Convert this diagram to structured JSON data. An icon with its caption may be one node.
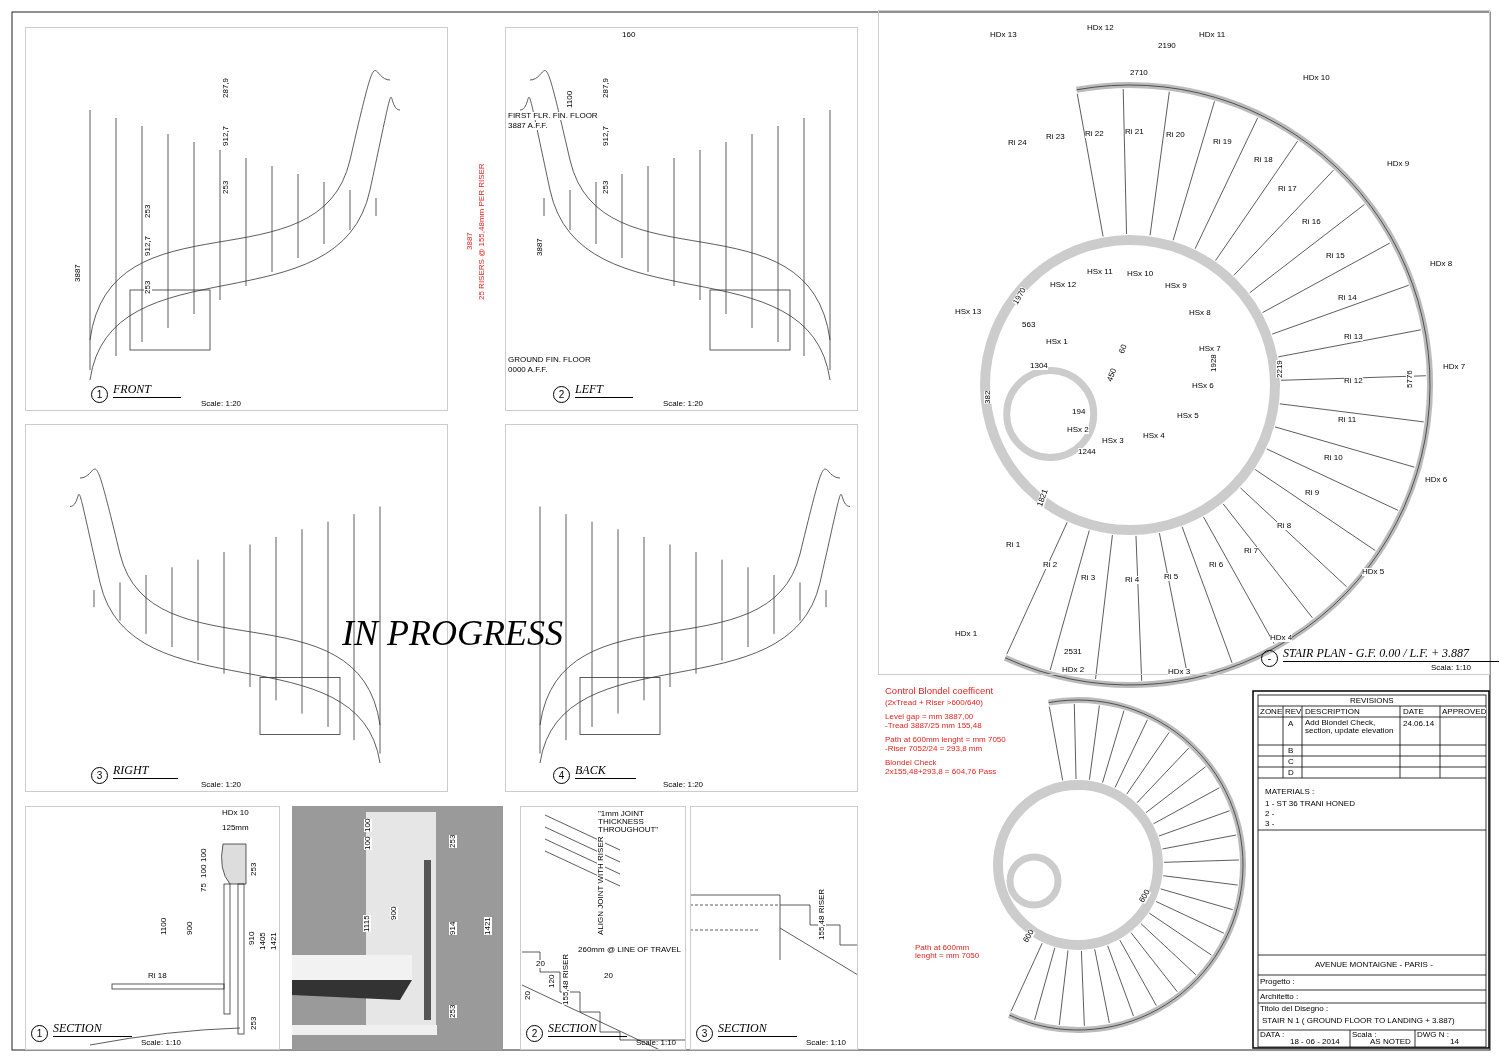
{
  "diagram": {
    "nodes": [
      {
        "text": [
          "1",
          "FRONT",
          "Scale: 1:20"
        ]
      },
      {
        "text": [
          "2",
          "LEFT",
          "Scale: 1:20"
        ]
      },
      {
        "text": [
          "3",
          "RIGHT",
          "Scale: 1:20"
        ]
      },
      {
        "text": [
          "4",
          "BACK",
          "Scale: 1:20"
        ]
      },
      {
        "text": [
          "1",
          "SECTION",
          "Scale: 1:10"
        ]
      },
      {
        "text": [
          "2",
          "SECTION",
          "Scale: 1:10"
        ]
      },
      {
        "text": [
          "3",
          "SECTION",
          "Scale: 1:10"
        ]
      },
      {
        "text": [
          "-",
          "STAIR PLAN - G.F. 0.00 / L.F. + 3.887",
          "Scala: 1:10"
        ]
      }
    ],
    "labels": [
      "IN PROGRESS",
      "287,9",
      "912,7",
      "253",
      "3887",
      "253",
      "912,7",
      "253",
      "160",
      "287,9",
      "1100",
      "912,7",
      "253",
      "FIRST FLR. FIN. FLOOR",
      "3887 A.F.F.",
      "3887",
      "25 RISERS @ 155,48mm PER RISER",
      "3887",
      "GROUND FIN. FLOOR",
      "0000 A.F.F.",
      "HDx 10",
      "125mm",
      "100",
      "100",
      "75",
      "253",
      "1100",
      "900",
      "910",
      "1405",
      "1421",
      "Ri 18",
      "253",
      "100",
      "100",
      "253",
      "1115",
      "900",
      "914",
      "1421",
      "253",
      "\"1mm JOINT THICKNESS THROUGHOUT\"",
      "ALIGN JOINT WITH RISER",
      "260mm @ LINE OF TRAVEL",
      "155,48 RISER",
      "20",
      "20",
      "120",
      "20",
      "155,48 RISER",
      "HDx 1",
      "HDx 2",
      "HDx 3",
      "HDx 4",
      "HDx 5",
      "HDx 6",
      "HDx 7",
      "HDx 8",
      "HDx 9",
      "HDx 10",
      "HDx 11",
      "HDx 12",
      "HDx 13",
      "HSx 1",
      "HSx 2",
      "HSx 3",
      "HSx 4",
      "HSx 5",
      "HSx 6",
      "HSx 7",
      "HSx 8",
      "HSx 9",
      "HSx 10",
      "HSx 11",
      "HSx 12",
      "HSx 13",
      "Ri 1",
      "Ri 2",
      "Ri 3",
      "Ri 4",
      "Ri 5",
      "Ri 6",
      "Ri 7",
      "Ri 8",
      "Ri 9",
      "Ri 10",
      "Ri 11",
      "Ri 12",
      "Ri 13",
      "Ri 14",
      "Ri 15",
      "Ri 16",
      "Ri 17",
      "Ri 18",
      "Ri 19",
      "Ri 20",
      "Ri 21",
      "Ri 22",
      "Ri 23",
      "Ri 24",
      "2190",
      "2710",
      "1970",
      "563",
      "382",
      "450",
      "1928",
      "2219",
      "5776",
      "1821",
      "2531",
      "1304",
      "194",
      "1244",
      "60",
      "Control Blondel coefficent",
      "(2xTread + Riser >600/640)",
      "Level gap = mm 3887,00",
      "-Tread 3887/25 mm 155,48",
      "Path at 600mm lenght = mm 7050",
      "-Riser 7052/24 = 293,8 mm",
      "Blondel Check",
      "2x155,48+293,8 = 604,76 Pass",
      "Path at 600mm lenght = mm 7050",
      "600",
      "600",
      "REVISIONS",
      "ZONE",
      "REV",
      "DESCRIPTION",
      "DATE",
      "APPROVED",
      "A",
      "Add Blondel Check, section, update elevation",
      "24.06.14",
      "B",
      "C",
      "D",
      "MATERIALS :",
      "1 - ST 36 TRANI HONED",
      "2 -",
      "3 -",
      "AVENUE MONTAIGNE - PARIS -",
      "Progetto :",
      "Architetto :",
      "Titolo del Disegno :",
      "STAIR N 1 ( GROUND FLOOR TO LANDING + 3.887)",
      "DATA :",
      "18 - 06 - 2014",
      "Scala :",
      "AS NOTED",
      "DWG N :",
      "14"
    ]
  }
}
